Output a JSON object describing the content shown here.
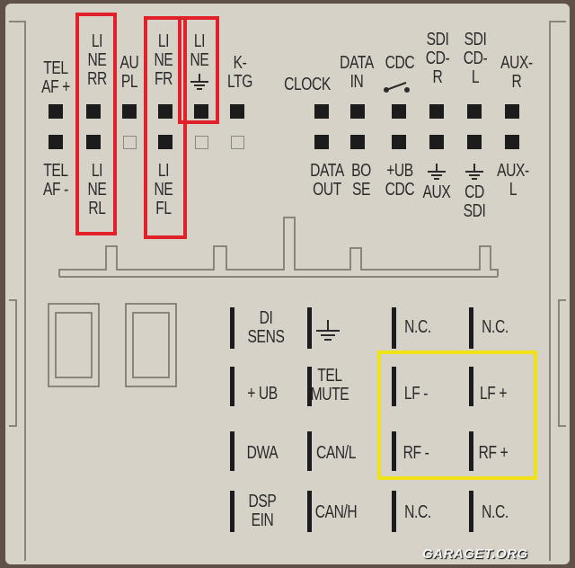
{
  "labels": {
    "tel_af_plus": "TEL\nAF +",
    "line_rr": "LI\nNE\nRR",
    "au_pl": "AU\nPL",
    "line_fr": "LI\nNE\nFR",
    "line_gnd": "LI\nNE",
    "k_ltg": "K-\nLTG",
    "clock": "CLOCK",
    "data_in": "DATA\nIN",
    "cdc": "CDC",
    "sdi_cd_r": "SDI\nCD-\nR",
    "sdi_cd_l": "SDI\nCD-\nL",
    "aux_r": "AUX-\nR",
    "tel_af_minus": "TEL\nAF -",
    "line_rl": "LI\nNE\nRL",
    "line_fl": "LI\nNE\nFL",
    "data_out": "DATA\nOUT",
    "bose": "BO\nSE",
    "ub_cdc": "+UB\nCDC",
    "gnd_aux": "AUX",
    "gnd_cd_sdi": "CD\nSDI",
    "aux_l": "AUX-\nL",
    "di_sens": "DI\nSENS",
    "plus_ub": "+ UB",
    "tel_mute": "TEL\nMUTE",
    "nc_1": "N.C.",
    "nc_2": "N.C.",
    "lf_minus": "LF -",
    "lf_plus": "LF +",
    "dwa": "DWA",
    "can_l": "CAN/L",
    "rf_minus": "RF -",
    "rf_plus": "RF +",
    "dsp_ein": "DSP\nEIN",
    "can_h": "CAN/H",
    "nc_3": "N.C.",
    "nc_4": "N.C."
  },
  "watermark": {
    "brand": "GARAGET",
    "tld": ".ORG"
  },
  "colors": {
    "highlight_red": "#e1202a",
    "highlight_yellow": "#f0e218",
    "panel": "#d6d2c8",
    "ink": "#1c1c1c"
  },
  "icons": {
    "ground": "ground-icon",
    "switch": "switch-icon"
  }
}
